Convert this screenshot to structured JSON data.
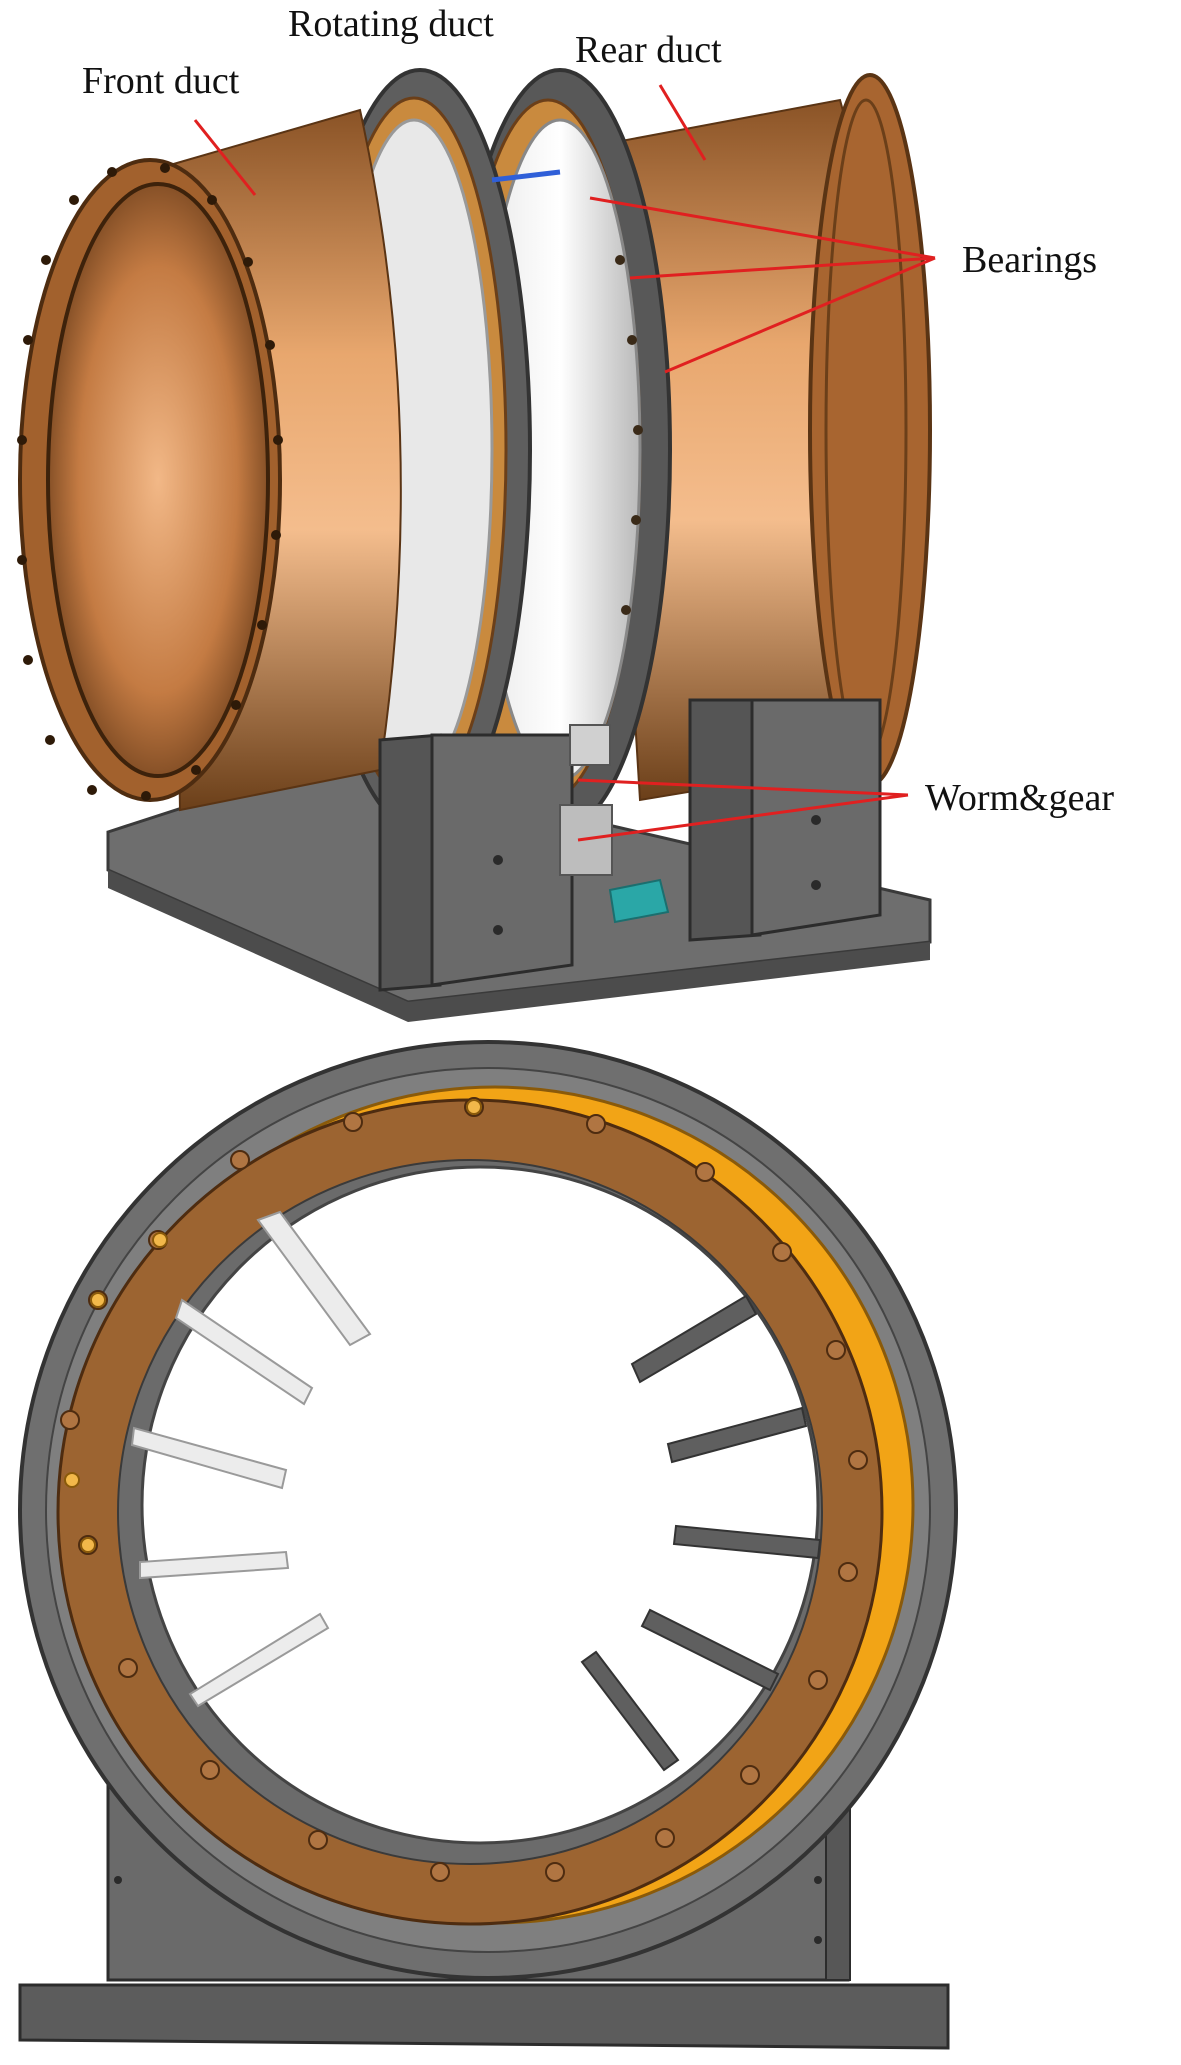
{
  "labels": {
    "front_duct": "Front duct",
    "rotating_duct": "Rotating duct",
    "rear_duct": "Rear duct",
    "bearings": "Bearings",
    "worm_gear": "Worm&gear"
  },
  "colors": {
    "copper_dark": "#7a4a21",
    "copper_mid": "#c27a45",
    "copper_light": "#f0b889",
    "steel_dark": "#4a4a4a",
    "steel_mid": "#6f6f6f",
    "steel_light": "#9a9a9a",
    "ring_brown": "#9c6431",
    "ring_orange": "#f2a416",
    "leader_red": "#e02020",
    "bearing_blue": "#2f5fd8",
    "gear_teal": "#2aa7a7"
  }
}
